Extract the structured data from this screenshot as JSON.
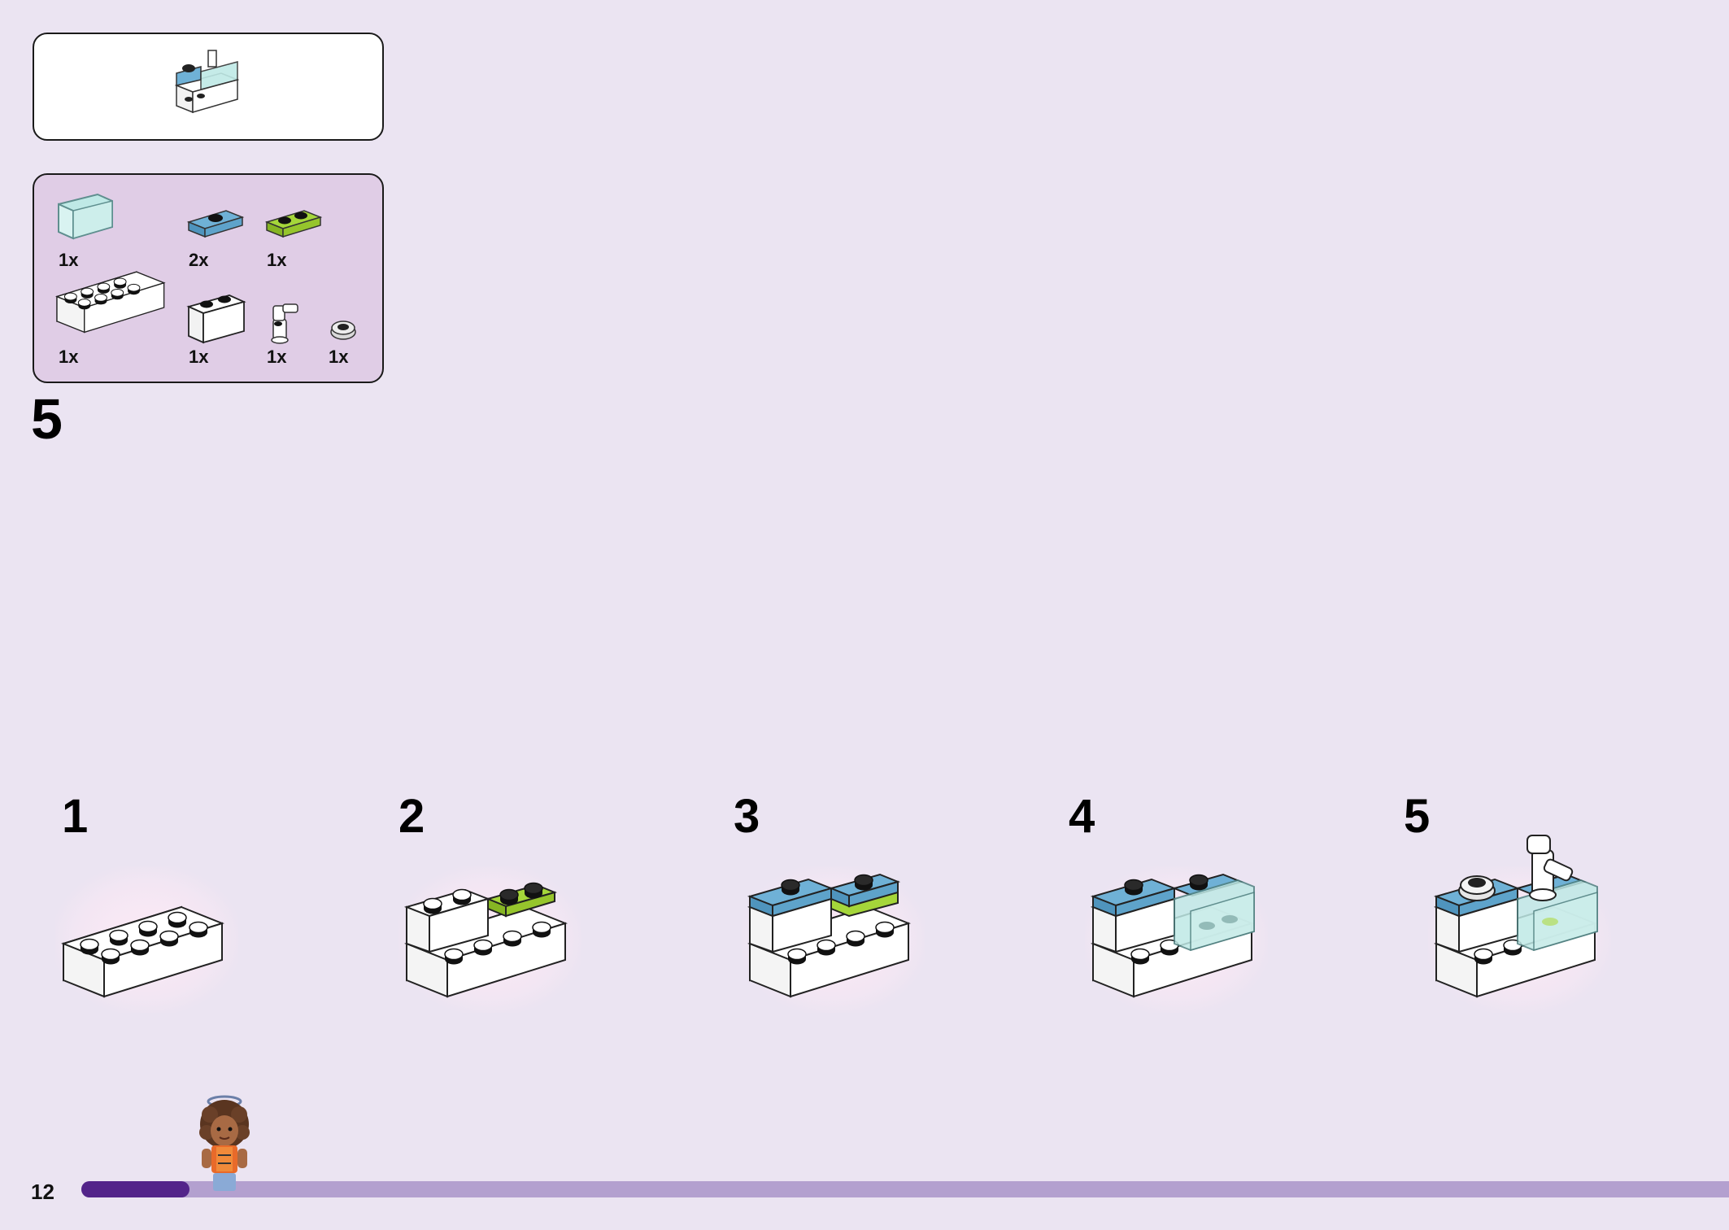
{
  "page": {
    "number": "12"
  },
  "step": {
    "number": "5"
  },
  "parts": [
    {
      "quantity": "1x",
      "icon": "transparent-panel-icon",
      "color": "#bfe9e6"
    },
    {
      "quantity": "2x",
      "icon": "blue-plate-1x2-jumper-icon",
      "color": "#6fb1d6"
    },
    {
      "quantity": "1x",
      "icon": "lime-plate-1x2-icon",
      "color": "#a5d63a"
    },
    {
      "quantity": "1x",
      "icon": "white-brick-2x4-icon",
      "color": "#ffffff"
    },
    {
      "quantity": "1x",
      "icon": "white-brick-1x2-icon",
      "color": "#ffffff"
    },
    {
      "quantity": "1x",
      "icon": "white-faucet-icon",
      "color": "#ffffff"
    },
    {
      "quantity": "1x",
      "icon": "round-plate-flower-icon",
      "color": "#cccccc"
    }
  ],
  "substeps": [
    {
      "number": "1",
      "icon": "build-stage-1-icon"
    },
    {
      "number": "2",
      "icon": "build-stage-2-icon"
    },
    {
      "number": "3",
      "icon": "build-stage-3-icon"
    },
    {
      "number": "4",
      "icon": "build-stage-4-icon"
    },
    {
      "number": "5",
      "icon": "build-stage-5-icon"
    }
  ],
  "progress": {
    "fraction": 0.065,
    "fill_color": "#53248a",
    "track_color": "#b3a0cf"
  },
  "colors": {
    "background": "#ebe4f2",
    "parts_panel": "#e0cde6",
    "preview_panel": "#ffffff"
  }
}
